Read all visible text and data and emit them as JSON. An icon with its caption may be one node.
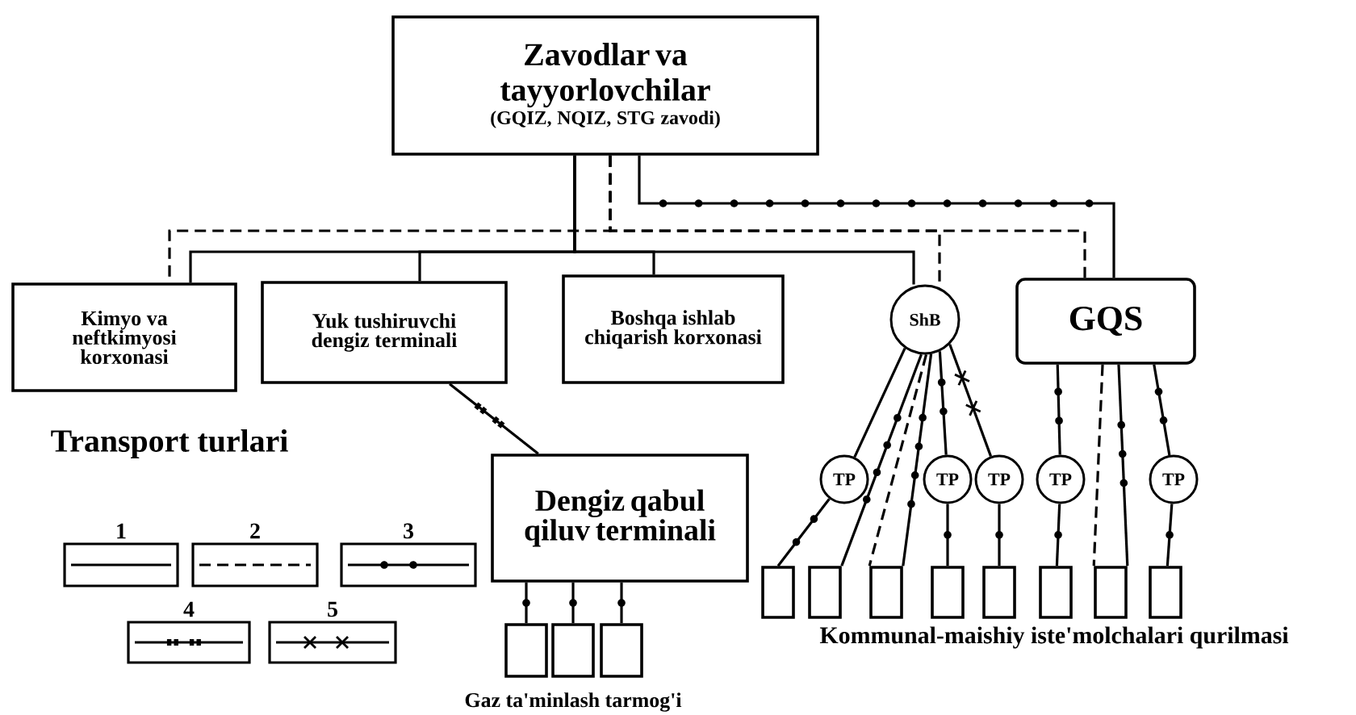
{
  "diagram": {
    "nodes": [
      {
        "text": [
          "Zavodlar va tayyorlovchilar",
          "(GQIZ, NQIZ, STG zavodi)"
        ]
      },
      {
        "text": [
          "Kimyo va neftkimyosi korxonasi"
        ]
      },
      {
        "text": [
          "Yuk tushiruvchi dengiz terminali"
        ]
      },
      {
        "text": [
          "Boshqa ishlab chiqarish korxonasi"
        ]
      },
      {
        "text": [
          "ShB"
        ]
      },
      {
        "text": [
          "GQS"
        ]
      },
      {
        "text": [
          "Dengiz qabul qiluv terminali"
        ]
      },
      {
        "text": [],
        "shape": "box"
      },
      {
        "text": [],
        "shape": "box"
      },
      {
        "text": [],
        "shape": "box"
      },
      {
        "text": [
          "TP"
        ]
      },
      {
        "text": [
          "TP"
        ]
      },
      {
        "text": [
          "TP"
        ]
      },
      {
        "text": [
          "TP"
        ]
      },
      {
        "text": [
          "TP"
        ]
      },
      {
        "text": [],
        "shape": "box"
      },
      {
        "text": [],
        "shape": "box"
      },
      {
        "text": [],
        "shape": "box"
      },
      {
        "text": [],
        "shape": "box"
      },
      {
        "text": [],
        "shape": "box"
      },
      {
        "text": [],
        "shape": "box"
      },
      {
        "text": [],
        "shape": "box"
      },
      {
        "text": [],
        "shape": "box"
      }
    ],
    "edges": [
      {
        "from": 0,
        "to": 1,
        "arrow": "none"
      },
      {
        "from": 0,
        "to": 2,
        "arrow": "none"
      },
      {
        "from": 0,
        "to": 3,
        "arrow": "none"
      },
      {
        "from": 0,
        "to": 4,
        "arrow": "none"
      },
      {
        "from": 0,
        "to": 1,
        "arrow": "none",
        "style": "dashed"
      },
      {
        "from": 0,
        "to": 4,
        "arrow": "none",
        "style": "dashed"
      },
      {
        "from": 0,
        "to": 5,
        "arrow": "none",
        "style": "dashed"
      },
      {
        "from": 0,
        "to": 5,
        "arrow": "none"
      },
      {
        "from": 2,
        "to": 6,
        "arrow": "none"
      },
      {
        "from": 6,
        "to": 7,
        "arrow": "none"
      },
      {
        "from": 6,
        "to": 8,
        "arrow": "none"
      },
      {
        "from": 6,
        "to": 9,
        "arrow": "none"
      },
      {
        "from": 4,
        "to": 10,
        "arrow": "none"
      },
      {
        "from": 10,
        "to": 15,
        "arrow": "none"
      },
      {
        "from": 4,
        "to": 16,
        "arrow": "none"
      },
      {
        "from": 4,
        "to": 17,
        "arrow": "none",
        "style": "dashed"
      },
      {
        "from": 4,
        "to": 17,
        "arrow": "none"
      },
      {
        "from": 4,
        "to": 11,
        "arrow": "none"
      },
      {
        "from": 11,
        "to": 18,
        "arrow": "none"
      },
      {
        "from": 4,
        "to": 12,
        "arrow": "none"
      },
      {
        "from": 12,
        "to": 19,
        "arrow": "none"
      },
      {
        "from": 5,
        "to": 13,
        "arrow": "none"
      },
      {
        "from": 5,
        "to": 21,
        "arrow": "none",
        "style": "dashed"
      },
      {
        "from": 5,
        "to": 21,
        "arrow": "none"
      },
      {
        "from": 5,
        "to": 14,
        "arrow": "none"
      },
      {
        "from": 13,
        "to": 20,
        "arrow": "none"
      },
      {
        "from": 14,
        "to": 22,
        "arrow": "none"
      }
    ],
    "labels": [
      "Transport turlari",
      "Kommunal-maishiy iste'molchalari qurilmasi",
      "Gaz ta'minlash tarmog'i"
    ],
    "legend": [
      {
        "text": "1"
      },
      {
        "text": "2"
      },
      {
        "text": "3"
      },
      {
        "text": "4"
      },
      {
        "text": "5"
      }
    ]
  }
}
